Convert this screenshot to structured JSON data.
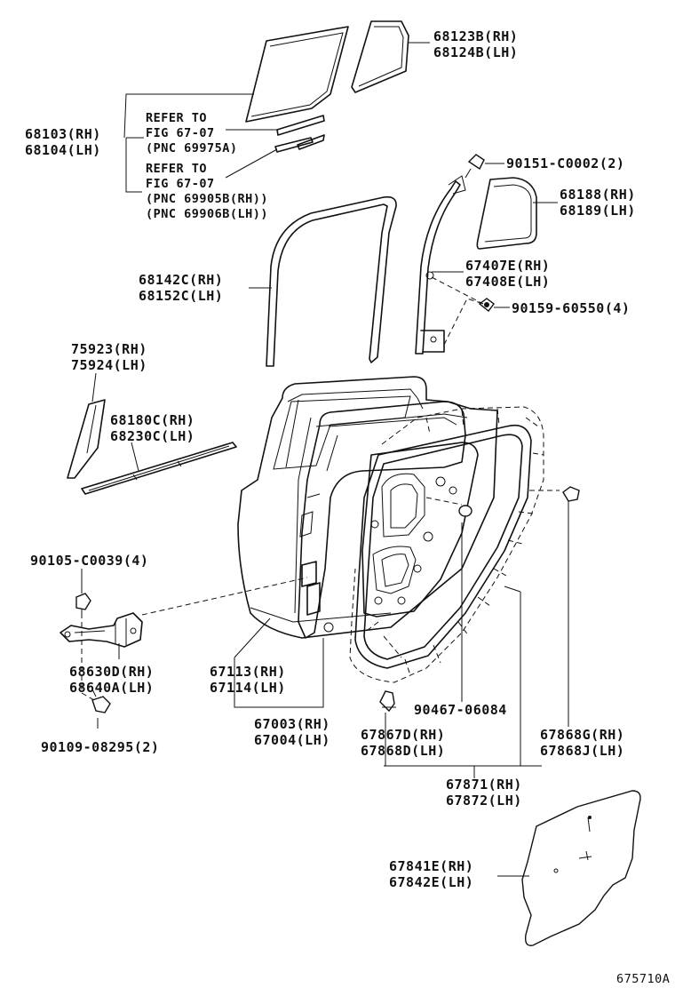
{
  "labels": {
    "l68123": "68123B(RH)\n68124B(LH)",
    "l68103": "68103(RH)\n68104(LH)",
    "refer1": "REFER TO\nFIG 67-07\n(PNC 69975A)",
    "refer2": "REFER TO\nFIG 67-07\n(PNC 69905B(RH))\n(PNC 69906B(LH))",
    "l90151": "90151-C0002(2)",
    "l68188": "68188(RH)\n68189(LH)",
    "l68142": "68142C(RH)\n68152C(LH)",
    "l67407": "67407E(RH)\n67408E(LH)",
    "l90159": "90159-60550(4)",
    "l75923": "75923(RH)\n75924(LH)",
    "l68180": "68180C(RH)\n68230C(LH)",
    "l90105": "90105-C0039(4)",
    "l68630": "68630D(RH)\n68640A(LH)",
    "l67113": "67113(RH)\n67114(LH)",
    "l67003": "67003(RH)\n67004(LH)",
    "l90467": "90467-06084",
    "l67867": "67867D(RH)\n67868D(LH)",
    "l67868g": "67868G(RH)\n67868J(LH)",
    "l90109": "90109-08295(2)",
    "l67871": "67871(RH)\n67872(LH)",
    "l67841": "67841E(RH)\n67842E(LH)",
    "figure_code": "675710A"
  }
}
